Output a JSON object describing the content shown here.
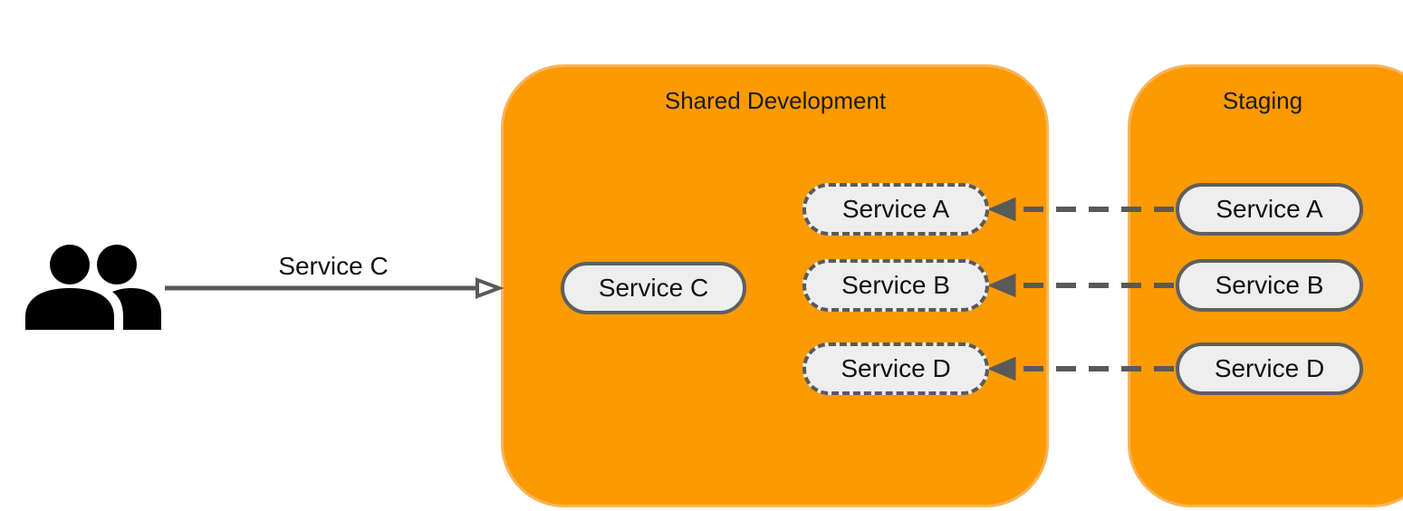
{
  "environments": {
    "shared": {
      "title": "Shared Development",
      "services": {
        "a": "Service A",
        "b": "Service B",
        "c": "Service C",
        "d": "Service D"
      }
    },
    "staging": {
      "title": "Staging",
      "services": {
        "a": "Service A",
        "b": "Service B",
        "d": "Service D"
      }
    }
  },
  "edges": {
    "users_to_shared": "Service C"
  },
  "icons": {
    "users": "users-icon"
  },
  "colors": {
    "environment_fill": "#fd9a00",
    "environment_border": "#f7b45a",
    "service_fill": "#eeeeee",
    "service_border": "#5f5f5f",
    "connector": "#595959"
  }
}
